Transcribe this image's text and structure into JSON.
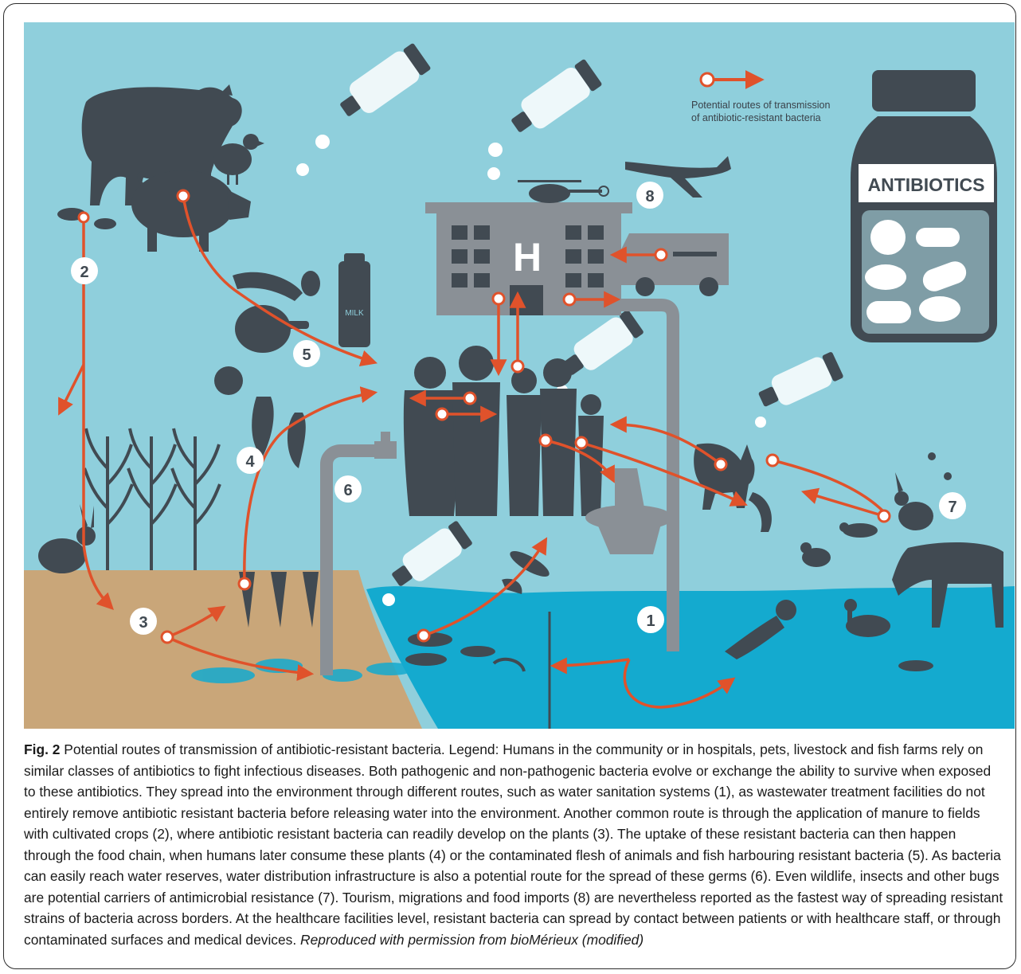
{
  "figure": {
    "legend_text_line1": "Potential routes of transmission",
    "legend_text_line2": "of antibiotic-resistant bacteria",
    "bottle_label": "ANTIBIOTICS",
    "hospital_letter": "H",
    "milk_label": "MILK",
    "route_numbers": [
      "1",
      "2",
      "3",
      "4",
      "5",
      "6",
      "7",
      "8"
    ],
    "colors": {
      "sky": "#8fcfdc",
      "soil": "#c9a679",
      "water": "#14aacf",
      "silhouette": "#414a52",
      "arrow": "#e0522b",
      "pipe": "#8a9096"
    }
  },
  "caption": {
    "fig_label": "Fig. 2",
    "text": " Potential routes of transmission of antibiotic-resistant bacteria. Legend: Humans in the community or in hospitals, pets, livestock and fish farms rely on similar classes of antibiotics to fight infectious diseases. Both pathogenic and non-pathogenic bacteria evolve or exchange the ability to survive when exposed to these antibiotics. They spread into the environment through different routes, such as water sanitation systems (1), as wastewater treatment facilities do not entirely remove antibiotic resistant bacteria before releasing water into the environment. Another common route is through the application of manure to fields with cultivated crops (2), where antibiotic resistant bacteria can readily develop on the plants (3). The uptake of these resistant bacteria can then happen through the food chain, when humans later consume these plants (4) or the contaminated flesh of animals and fish harbouring resistant bacteria (5). As bacteria can easily reach water reserves, water distribution infrastructure is also a potential route for the spread of these germs (6). Even wildlife, insects and other bugs are potential carriers of antimicrobial resistance (7). Tourism, migrations and food imports (8) are nevertheless reported as the fastest way of spreading resistant strains of bacteria across borders. At the healthcare facilities level, resistant bacteria can spread by contact between patients or with healthcare staff, or through contaminated surfaces and medical devices.",
    "credit": "Reproduced with permission from bioMérieux (modified)"
  }
}
